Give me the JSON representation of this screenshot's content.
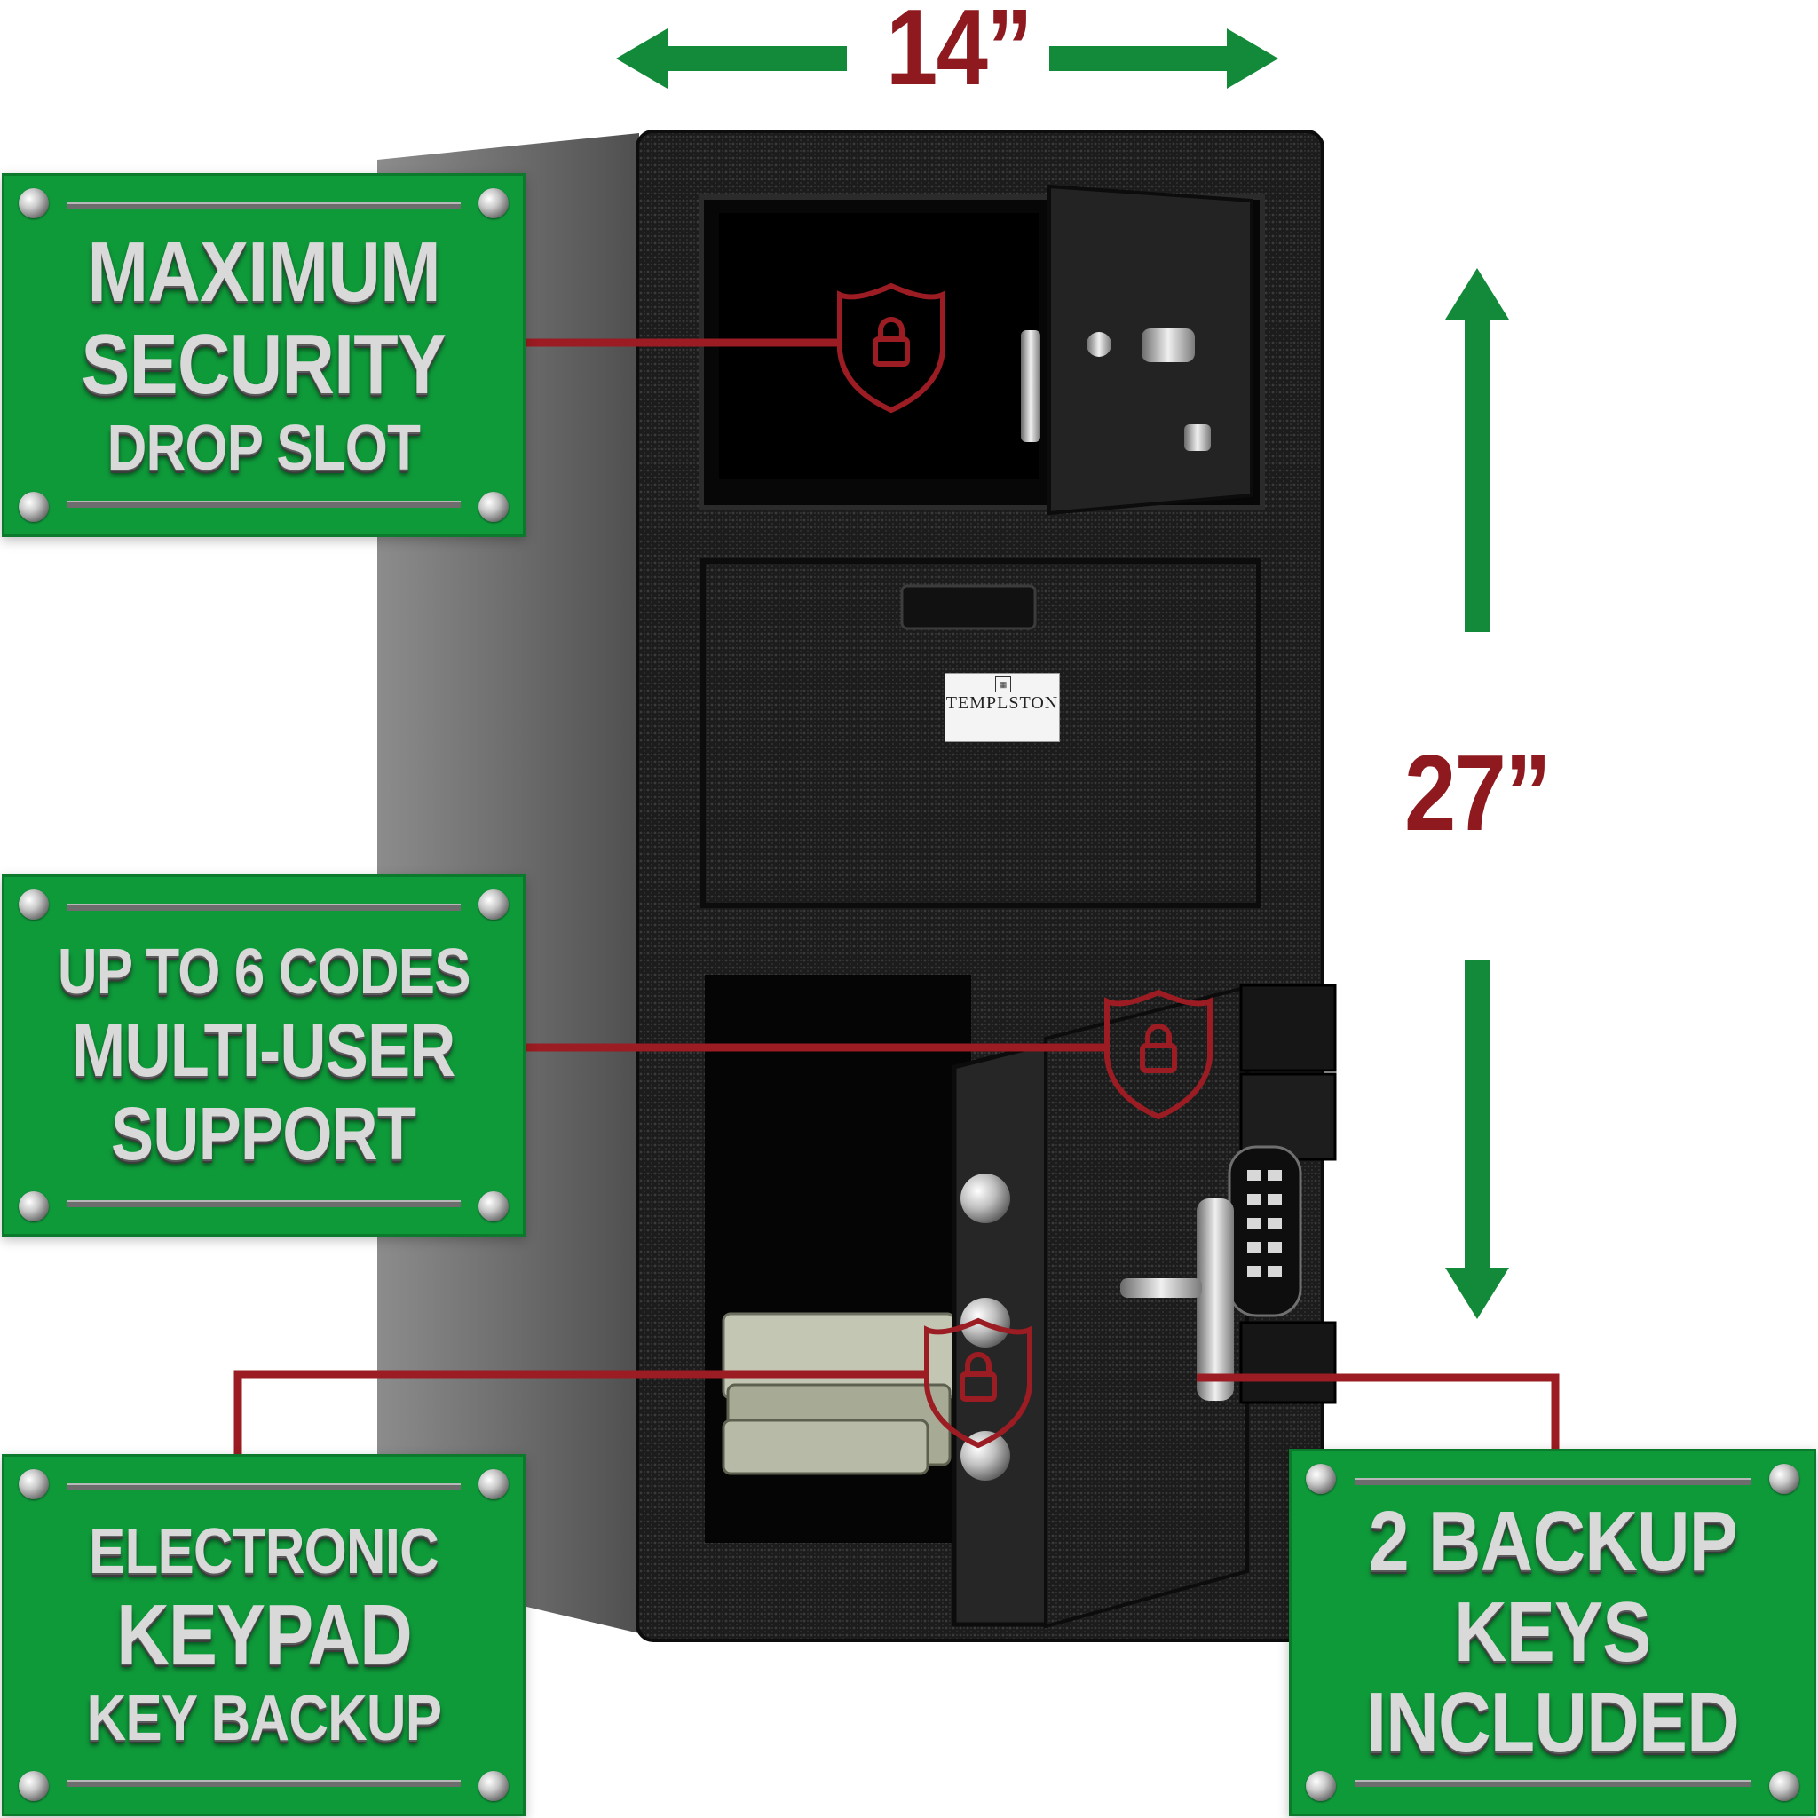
{
  "dimensions": {
    "width": "14”",
    "height": "27”"
  },
  "callouts": {
    "drop_slot": {
      "lines": [
        "MAXIMUM",
        "SECURITY",
        "DROP SLOT"
      ]
    },
    "codes": {
      "lines": [
        "UP TO 6 CODES",
        "MULTI-USER",
        "SUPPORT"
      ]
    },
    "keypad": {
      "lines": [
        "ELECTRONIC",
        "KEYPAD",
        "KEY BACKUP"
      ]
    },
    "backup_keys": {
      "lines": [
        "2 BACKUP",
        "KEYS",
        "INCLUDED"
      ]
    }
  },
  "safe": {
    "brand": "TEMPLSTON"
  },
  "colors": {
    "plaque_green": "#0f9a3a",
    "accent_red": "#8e1a1f",
    "arrow_green": "#138a3a",
    "safe_body": "#1b1b1b"
  }
}
